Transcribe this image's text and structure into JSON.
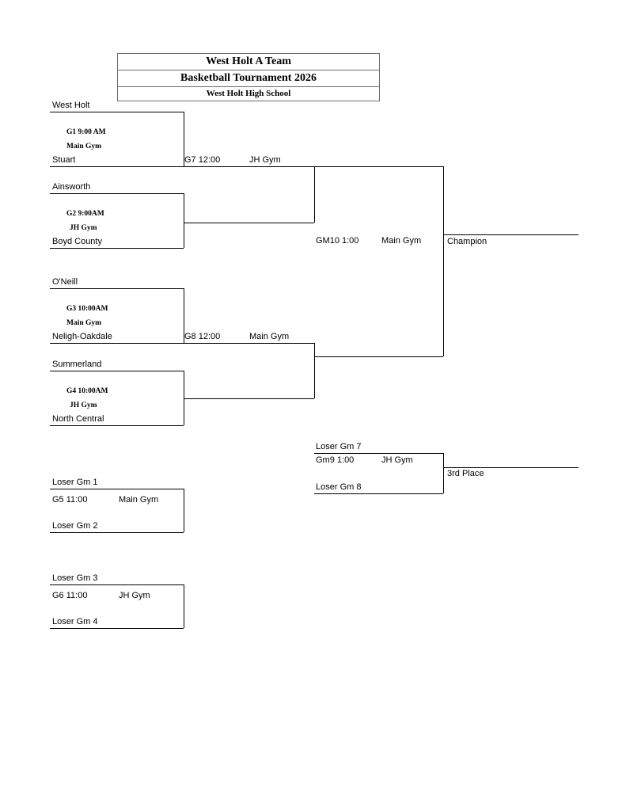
{
  "page": {
    "background_color": "#ffffff",
    "line_color": "#000000"
  },
  "title_box": {
    "line1": "West Holt A Team",
    "line2": "Basketball Tournament 2026",
    "line3": "West Holt High School"
  },
  "bracket": {
    "round1": {
      "game1": {
        "team_top": "West Holt",
        "team_bottom": "Stuart",
        "label": "G1 9:00 AM",
        "venue": "Main Gym"
      },
      "game2": {
        "team_top": "Ainsworth",
        "team_bottom": "Boyd County",
        "label": "G2 9:00AM",
        "venue": "JH Gym"
      },
      "game3": {
        "team_top": "O'Neill",
        "team_bottom": "Neligh-Oakdale",
        "label": "G3 10:00AM",
        "venue": "Main Gym"
      },
      "game4": {
        "team_top": "Summerland",
        "team_bottom": "North Central",
        "label": "G4 10:00AM",
        "venue": "JH Gym"
      }
    },
    "semifinals": {
      "game7": {
        "label": "G7 12:00",
        "venue": "JH Gym"
      },
      "game8": {
        "label": "G8 12:00",
        "venue": "Main Gym"
      }
    },
    "championship": {
      "label": "GM10 1:00",
      "venue": "Main Gym",
      "placement": "Champion"
    },
    "third_place": {
      "team_top": "Loser Gm 7",
      "label": "Gm9 1:00",
      "venue": "JH Gym",
      "team_bottom": "Loser Gm 8",
      "placement": "3rd Place"
    },
    "consolation": {
      "game5": {
        "team_top": "Loser Gm 1",
        "label": "G5 11:00",
        "venue": "Main Gym",
        "team_bottom": "Loser Gm 2"
      },
      "game6": {
        "team_top": "Loser Gm 3",
        "label": "G6 11:00",
        "venue": "JH Gym",
        "team_bottom": "Loser Gm 4"
      }
    }
  }
}
